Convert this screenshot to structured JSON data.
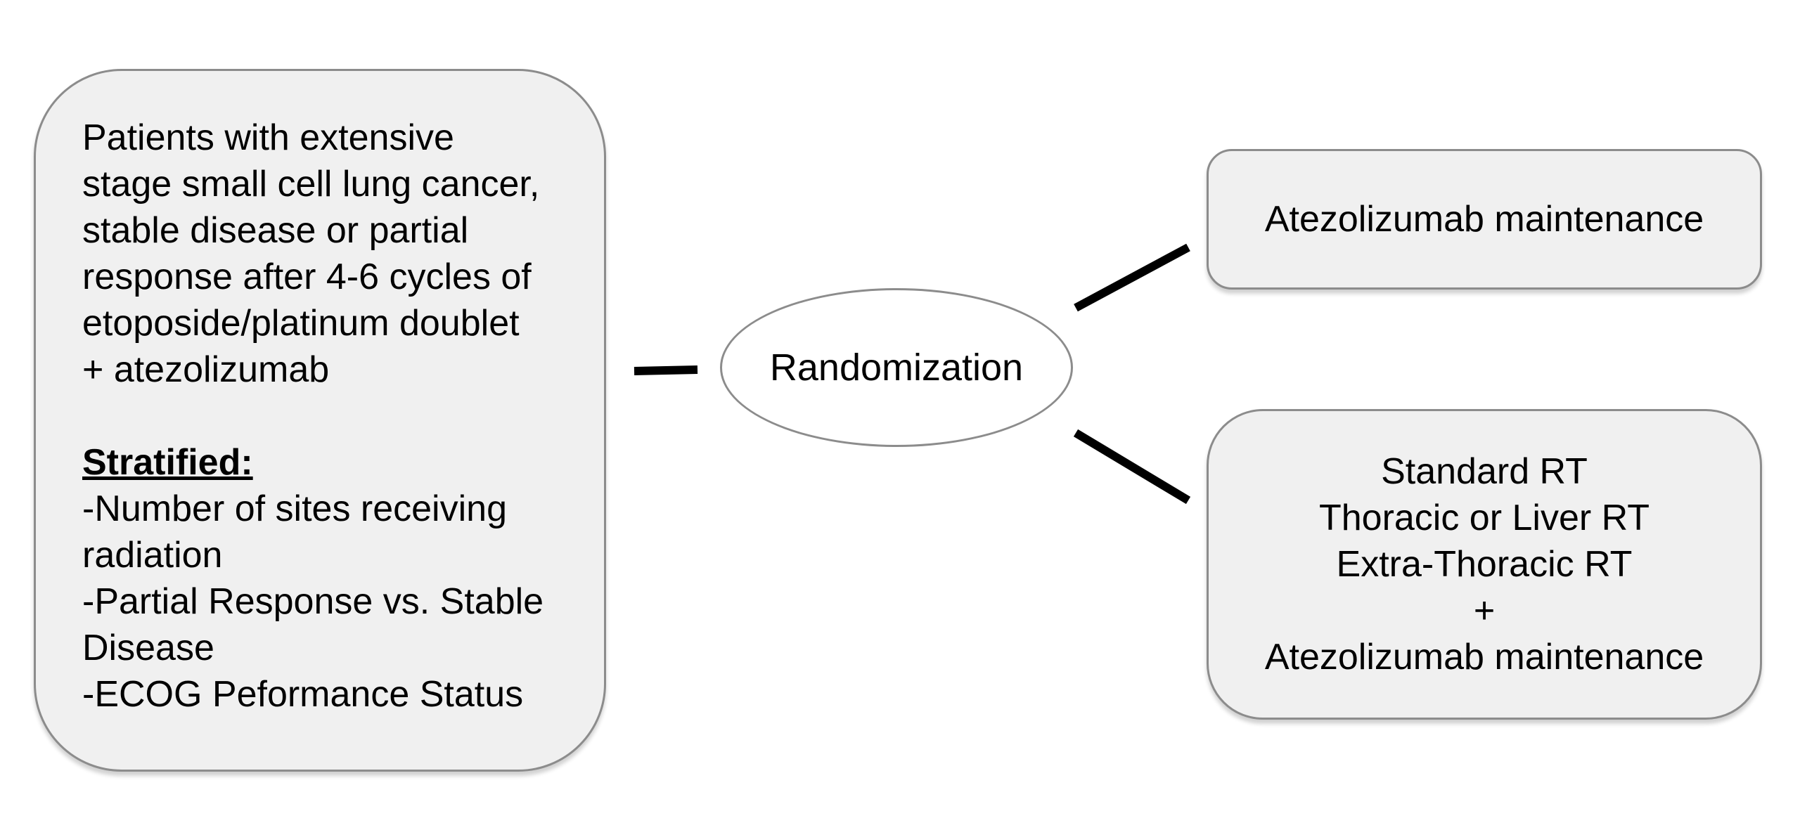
{
  "eligibility": {
    "lines": [
      "Patients with extensive",
      "stage small cell lung cancer,",
      "stable disease or partial",
      "response after 4-6 cycles of",
      "etoposide/platinum doublet",
      "+ atezolizumab"
    ],
    "stratified_heading": "Stratified:",
    "stratified_lines": [
      "-Number of sites receiving",
      "radiation",
      "-Partial Response vs. Stable",
      "Disease",
      "-ECOG Peformance Status"
    ]
  },
  "randomization": {
    "label": "Randomization"
  },
  "arm_a": {
    "label": "Atezolizumab maintenance"
  },
  "arm_b": {
    "lines": [
      "Standard RT",
      "Thoracic or Liver RT",
      "Extra-Thoracic RT",
      "+",
      "Atezolizumab maintenance"
    ]
  },
  "colors": {
    "box_fill": "#f0f0f0",
    "box_border": "#8c8c8c",
    "connector": "#000000"
  }
}
